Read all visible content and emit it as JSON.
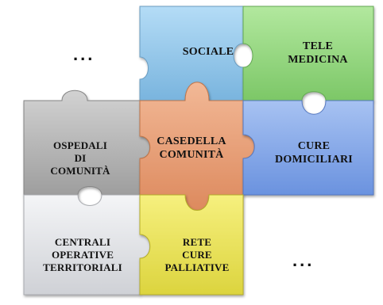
{
  "diagram": {
    "pieces": [
      {
        "id": "sociale",
        "label": "SOCIALE",
        "color": "#8cc2e6"
      },
      {
        "id": "telemedicina",
        "label": "TELE\nMEDICINA",
        "color": "#8fd47a"
      },
      {
        "id": "ospedali",
        "label": "OSPEDALI\nDI\nCOMUNITÀ",
        "color": "#b3b3b3"
      },
      {
        "id": "case",
        "label": "CASEDELLA\nCOMUNITÀ",
        "color": "#e89b72"
      },
      {
        "id": "cure-dom",
        "label": "CURE\nDOMICILIARI",
        "color": "#7aa1e6"
      },
      {
        "id": "centrali",
        "label": "CENTRALI\nOPERATIVE\nTERRITORIALI",
        "color": "#e3e4e8"
      },
      {
        "id": "rete",
        "label": "RETE\nCURE\nPALLIATIVE",
        "color": "#ece45a"
      }
    ],
    "ellipsis_top": "...",
    "ellipsis_bottom": "..."
  }
}
